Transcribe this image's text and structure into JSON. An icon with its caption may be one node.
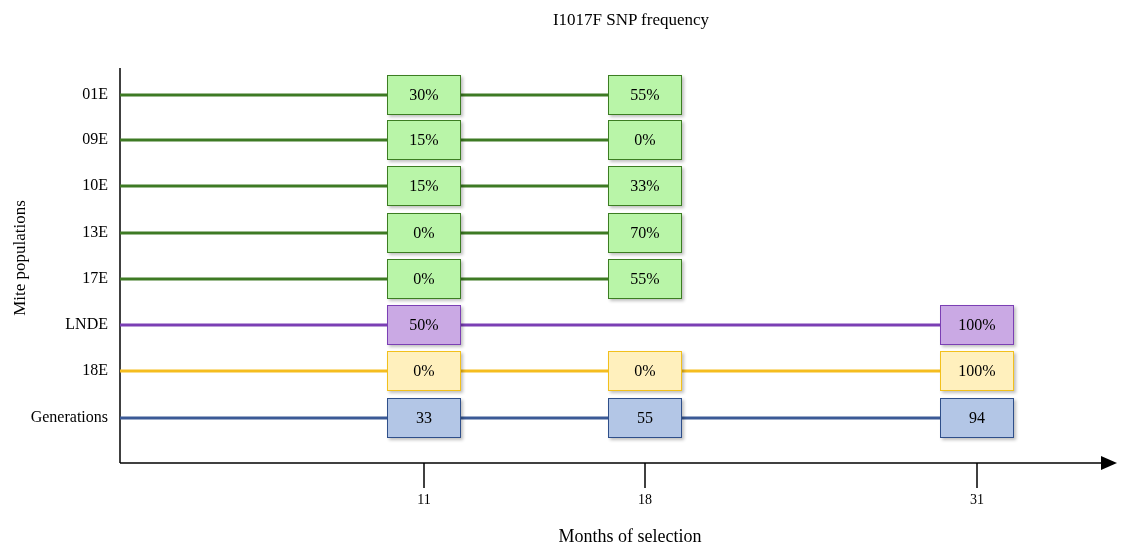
{
  "diagram": {
    "title": "I1017F SNP frequency",
    "nodes": [
      {
        "text": [
          "30%"
        ]
      },
      {
        "text": [
          "55%"
        ]
      },
      {
        "text": [
          "15%"
        ]
      },
      {
        "text": [
          "0%"
        ]
      },
      {
        "text": [
          "15%"
        ]
      },
      {
        "text": [
          "33%"
        ]
      },
      {
        "text": [
          "0%"
        ]
      },
      {
        "text": [
          "70%"
        ]
      },
      {
        "text": [
          "0%"
        ]
      },
      {
        "text": [
          "55%"
        ]
      },
      {
        "text": [
          "50%"
        ]
      },
      {
        "text": [
          "100%"
        ]
      },
      {
        "text": [
          "0%"
        ]
      },
      {
        "text": [
          "0%"
        ]
      },
      {
        "text": [
          "100%"
        ]
      },
      {
        "text": [
          "33"
        ]
      },
      {
        "text": [
          "55"
        ]
      },
      {
        "text": [
          "94"
        ]
      }
    ],
    "edges": [
      {
        "from": null,
        "to": 0,
        "arrow": "none"
      },
      {
        "from": 0,
        "to": 1,
        "arrow": "none"
      },
      {
        "from": null,
        "to": 2,
        "arrow": "none"
      },
      {
        "from": 2,
        "to": 3,
        "arrow": "none"
      },
      {
        "from": null,
        "to": 4,
        "arrow": "none"
      },
      {
        "from": 4,
        "to": 5,
        "arrow": "none"
      },
      {
        "from": null,
        "to": 6,
        "arrow": "none"
      },
      {
        "from": 6,
        "to": 7,
        "arrow": "none"
      },
      {
        "from": null,
        "to": 8,
        "arrow": "none"
      },
      {
        "from": 8,
        "to": 9,
        "arrow": "none"
      },
      {
        "from": null,
        "to": 10,
        "arrow": "none",
        "color": "#7b3fb4"
      },
      {
        "from": 10,
        "to": 11,
        "arrow": "none",
        "color": "#7b3fb4"
      },
      {
        "from": null,
        "to": 12,
        "arrow": "none",
        "color": "#f5bd1f"
      },
      {
        "from": 12,
        "to": 13,
        "arrow": "none",
        "color": "#f5bd1f"
      },
      {
        "from": 13,
        "to": 14,
        "arrow": "none",
        "color": "#f5bd1f"
      },
      {
        "from": null,
        "to": 15,
        "arrow": "none",
        "color": "#3b5a96"
      },
      {
        "from": 15,
        "to": 16,
        "arrow": "none",
        "color": "#3b5a96"
      },
      {
        "from": 16,
        "to": 17,
        "arrow": "none",
        "color": "#3b5a96"
      }
    ],
    "labels": [
      "Mite populations",
      "01E",
      "09E",
      "10E",
      "13E",
      "17E",
      "LNDE",
      "18E",
      "Generations",
      "11",
      "18",
      "31",
      "Months of selection"
    ]
  }
}
